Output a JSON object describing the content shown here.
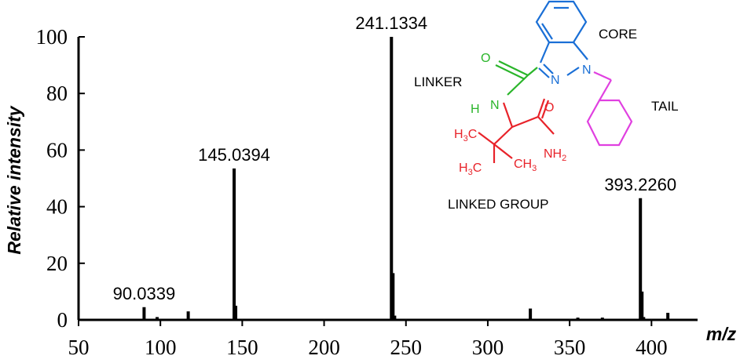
{
  "chart_data": {
    "type": "bar",
    "xlabel": "m/z",
    "ylabel": "Relative intensity",
    "xlim": [
      50,
      420
    ],
    "ylim": [
      0,
      100
    ],
    "xticks": [
      50,
      100,
      150,
      200,
      250,
      300,
      350,
      400
    ],
    "yticks": [
      0,
      20,
      40,
      60,
      80,
      100
    ],
    "peaks": [
      {
        "x": 90.0339,
        "y": 4.5
      },
      {
        "x": 98.0,
        "y": 1.0
      },
      {
        "x": 117.0,
        "y": 3.0
      },
      {
        "x": 145.0394,
        "y": 53.5
      },
      {
        "x": 146.0,
        "y": 5.0
      },
      {
        "x": 241.1334,
        "y": 100
      },
      {
        "x": 242.1,
        "y": 16.5
      },
      {
        "x": 243.1,
        "y": 1.5
      },
      {
        "x": 326.0,
        "y": 4.0
      },
      {
        "x": 355.0,
        "y": 0.8
      },
      {
        "x": 370.0,
        "y": 0.8
      },
      {
        "x": 393.226,
        "y": 43
      },
      {
        "x": 394.2,
        "y": 10
      },
      {
        "x": 395.2,
        "y": 1.0
      },
      {
        "x": 410.0,
        "y": 2.5
      }
    ],
    "peak_labels": [
      {
        "x": 90.0339,
        "y": 4.5,
        "text": "90.0339"
      },
      {
        "x": 145.0394,
        "y": 53.5,
        "text": "145.0394"
      },
      {
        "x": 241.1334,
        "y": 100,
        "text": "241.1334"
      },
      {
        "x": 393.226,
        "y": 43,
        "text": "393.2260"
      }
    ]
  },
  "structure": {
    "regions": {
      "core": "CORE",
      "linker": "LINKER",
      "tail": "TAIL",
      "linked_group": "LINKED GROUP"
    },
    "atoms": {
      "o_linker": "O",
      "n_amide": "N",
      "h_amide": "H",
      "n_ring_1": "N",
      "n_ring_2": "N",
      "o_amide": "O",
      "nh2": "NH",
      "nh2_sub": "2",
      "ch3_a": "H",
      "ch3_a_sub": "3",
      "ch3_a_c": "C",
      "ch3_b": "H",
      "ch3_b_sub": "3",
      "ch3_b_c": "C",
      "ch3_c": "CH",
      "ch3_c_sub": "3"
    },
    "colors": {
      "core": "#1a6fd6",
      "linker": "#2ab52a",
      "tail": "#e040e0",
      "linked_group": "#e8232a",
      "bond": "#000000"
    }
  }
}
